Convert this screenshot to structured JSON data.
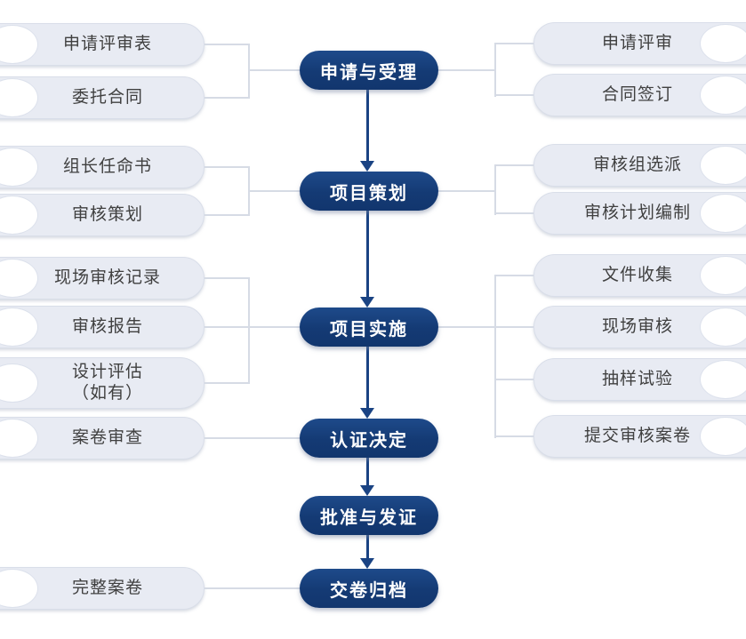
{
  "palette": {
    "node_fill": "#143a74",
    "node_text": "#ffffff",
    "arrow": "#1a4383",
    "pill_fill": "#e8ebf3",
    "pill_border": "#d9dee9",
    "pill_text": "#404040",
    "connector": "#d6dbe5",
    "background": "#ffffff"
  },
  "nodes": [
    {
      "label": "申请与受理"
    },
    {
      "label": "项目策划"
    },
    {
      "label": "项目实施"
    },
    {
      "label": "认证决定"
    },
    {
      "label": "批准与发证"
    },
    {
      "label": "交卷归档"
    }
  ],
  "left_pills": [
    {
      "label": "申请评审表"
    },
    {
      "label": "委托合同"
    },
    {
      "label": "组长任命书"
    },
    {
      "label": "审核策划"
    },
    {
      "label": "现场审核记录"
    },
    {
      "label": "审核报告"
    },
    {
      "label": "设计评估\n（如有）"
    },
    {
      "label": "案卷审查"
    },
    {
      "label": "完整案卷"
    }
  ],
  "right_pills": [
    {
      "label": "申请评审"
    },
    {
      "label": "合同签订"
    },
    {
      "label": "审核组选派"
    },
    {
      "label": "审核计划编制"
    },
    {
      "label": "文件收集"
    },
    {
      "label": "现场审核"
    },
    {
      "label": "抽样试验"
    },
    {
      "label": "提交审核案卷"
    }
  ]
}
